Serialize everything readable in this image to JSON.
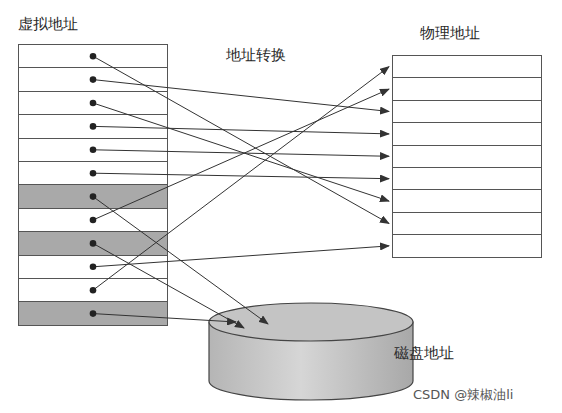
{
  "diagram": {
    "nodes": [
      {
        "text": [
          "虚拟地址"
        ]
      },
      {
        "text": [
          "物理地址"
        ]
      },
      {
        "text": [
          "磁盘地址"
        ]
      }
    ],
    "edges": [
      {
        "from": 0,
        "to": 1,
        "arrow": "to"
      },
      {
        "from": 0,
        "to": 1,
        "arrow": "to"
      },
      {
        "from": 0,
        "to": 1,
        "arrow": "to"
      },
      {
        "from": 0,
        "to": 1,
        "arrow": "to"
      },
      {
        "from": 0,
        "to": 1,
        "arrow": "to"
      },
      {
        "from": 0,
        "to": 1,
        "arrow": "to"
      },
      {
        "from": 0,
        "to": 2,
        "arrow": "to"
      },
      {
        "from": 0,
        "to": 1,
        "arrow": "to"
      },
      {
        "from": 0,
        "to": 2,
        "arrow": "to"
      },
      {
        "from": 0,
        "to": 1,
        "arrow": "to"
      },
      {
        "from": 0,
        "to": 1,
        "arrow": "to"
      },
      {
        "from": 0,
        "to": 2,
        "arrow": "to"
      }
    ],
    "labels": [
      "地址转换",
      "CSDN @辣椒油li"
    ]
  }
}
